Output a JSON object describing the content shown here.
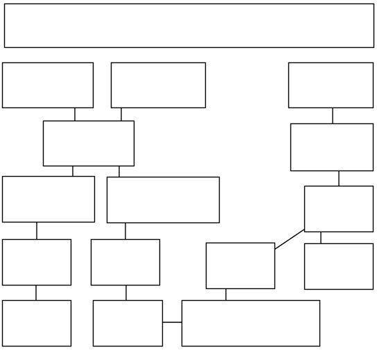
{
  "diagram": {
    "stroke_color": "#000000",
    "fill_color": "#ffffff",
    "boxes": [
      {
        "id": "banner",
        "label": ""
      },
      {
        "id": "r1-a",
        "label": ""
      },
      {
        "id": "r1-b",
        "label": ""
      },
      {
        "id": "r1-c",
        "label": ""
      },
      {
        "id": "r2-a",
        "label": ""
      },
      {
        "id": "r2-b",
        "label": ""
      },
      {
        "id": "r3-a",
        "label": ""
      },
      {
        "id": "r3-b",
        "label": ""
      },
      {
        "id": "r3-c",
        "label": ""
      },
      {
        "id": "r4-a",
        "label": ""
      },
      {
        "id": "r4-b",
        "label": ""
      },
      {
        "id": "r4-c",
        "label": ""
      },
      {
        "id": "r4-d",
        "label": ""
      },
      {
        "id": "r5-a",
        "label": ""
      },
      {
        "id": "r5-b",
        "label": ""
      },
      {
        "id": "r5-c",
        "label": ""
      }
    ],
    "edges": [
      {
        "from": "r1-a",
        "to": "r2-a"
      },
      {
        "from": "r1-b",
        "to": "r2-a"
      },
      {
        "from": "r1-c",
        "to": "r2-b"
      },
      {
        "from": "r2-a",
        "to": "r3-a"
      },
      {
        "from": "r2-a",
        "to": "r3-b"
      },
      {
        "from": "r2-b",
        "to": "r3-c"
      },
      {
        "from": "r3-a",
        "to": "r4-a"
      },
      {
        "from": "r3-b",
        "to": "r4-b"
      },
      {
        "from": "r3-c",
        "to": "r4-d"
      },
      {
        "from": "r3-c",
        "to": "r4-c"
      },
      {
        "from": "r4-a",
        "to": "r5-a"
      },
      {
        "from": "r4-b",
        "to": "r5-b"
      },
      {
        "from": "r4-c",
        "to": "r5-c"
      },
      {
        "from": "r5-b",
        "to": "r5-c"
      }
    ]
  }
}
